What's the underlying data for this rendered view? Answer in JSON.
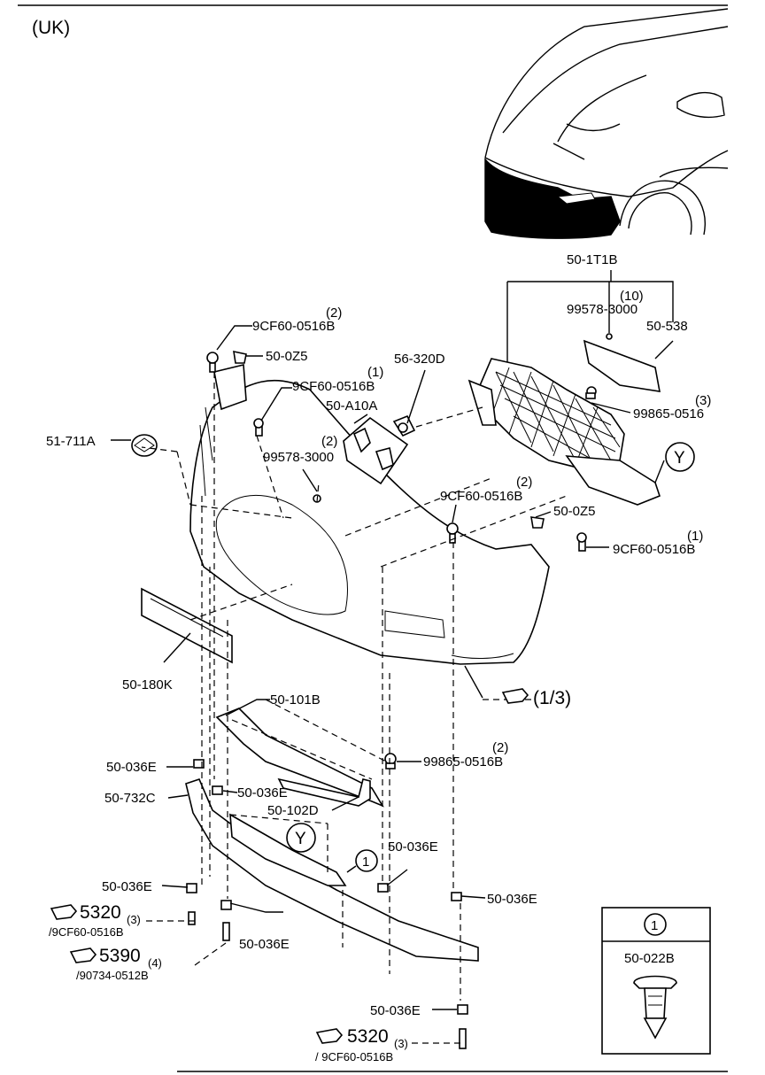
{
  "region_label": "(UK)",
  "labels": {
    "front_bumper_assy": "50-1T1B",
    "qty_10": "(10)",
    "clip_99578_top": "99578-3000",
    "grille_50538": "50-538",
    "qty_2_top": "(2)",
    "bolt_9cf60_top": "9CF60-0516B",
    "clip_50025_top": "50-0Z5",
    "foglamp_56320d": "56-320D",
    "qty_1_a": "(1)",
    "bolt_9cf60_mid": "9CF60-0516B",
    "bracket_50a10a": "50-A10A",
    "emblem_51711a": "51-711A",
    "qty_2_b": "(2)",
    "clip_99578_mid": "99578-3000",
    "qty_3": "(3)",
    "screw_99865_0516": "99865-0516",
    "ref_y_top": "Y",
    "qty_2_c": "(2)",
    "bolt_9cf60_c": "9CF60-0516B",
    "clip_50025_right": "50-0Z5",
    "qty_1_b": "(1)",
    "bolt_9cf60_right": "9CF60-0516B",
    "plate_50180k": "50-180K",
    "ref_one_third": "(1/3)",
    "deflector_50101b": "50-101B",
    "qty_2_d": "(2)",
    "screw_99865_0516b": "99865-0516B",
    "nut_50036e_a": "50-036E",
    "reinf_50732c": "50-732C",
    "nut_50036e_b": "50-036E",
    "deflector_50102d": "50-102D",
    "ref_y_bottom": "Y",
    "ref_circle_1": "1",
    "nut_50036e_c": "50-036E",
    "nut_50036e_d": "50-036E",
    "nut_50036e_e": "50-036E",
    "ref_5320_left": "5320",
    "qty_3_left": "(3)",
    "bolt_5320_left": "/9CF60-0516B",
    "nut_50036e_f": "50-036E",
    "ref_5390": "5390",
    "qty_4": "(4)",
    "bolt_5390": "/90734-0512B",
    "nut_50036e_g": "50-036E",
    "ref_5320_right": "5320",
    "qty_3_right": "(3)",
    "bolt_5320_right": "/ 9CF60-0516B"
  },
  "inset": {
    "ref": "1",
    "part_number": "50-022B"
  }
}
